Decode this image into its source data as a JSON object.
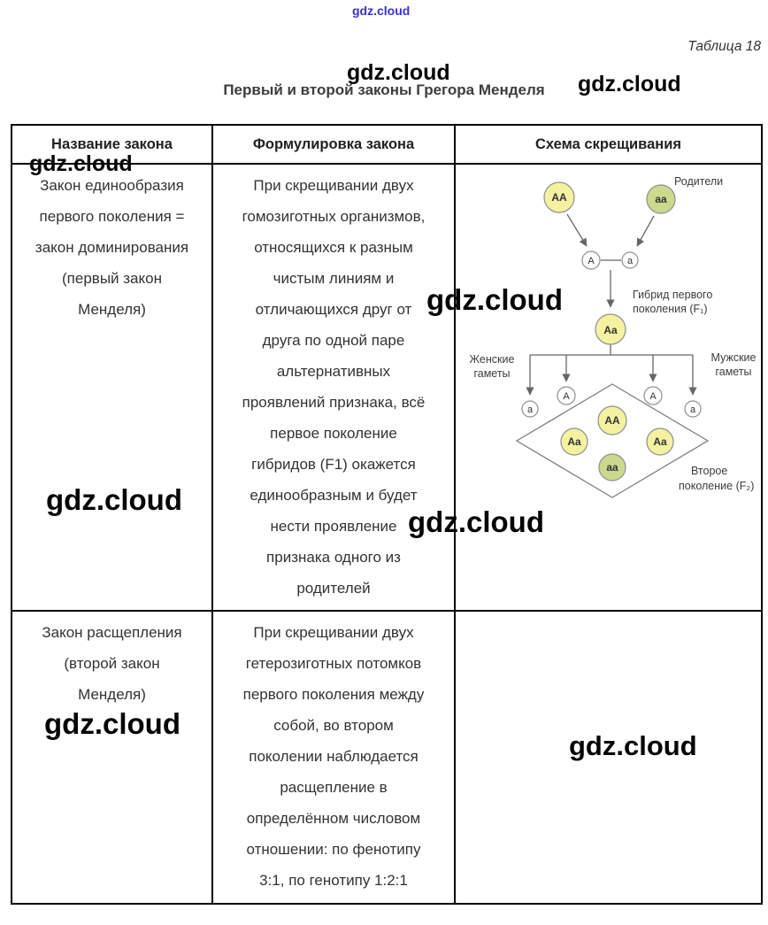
{
  "page": {
    "table_caption": "Таблица 18",
    "title": "Первый и второй законы Грегора Менделя"
  },
  "watermark": {
    "text": "gdz.cloud"
  },
  "table": {
    "headers": [
      "Название закона",
      "Формулировка закона",
      "Схема скрещивания"
    ],
    "rows": [
      {
        "law_name": "Закон единообразия\nпервого поколения =\nзакон доминирования\n(первый закон\nМенделя)",
        "law_text": "При скрещивании двух\nгомозиготных организмов,\nотносящихся к разным\nчистым линиям и\nотличающихся друг от\nдруга по одной паре\nальтернативных\nпроявлений признака, всё\nпервое поколение\nгибридов (F1) окажется\nединообразным и будет\nнести проявление\nпризнака одного из\nродителей"
      },
      {
        "law_name": "Закон расщепления\n(второй закон\nМенделя)",
        "law_text": "При скрещивании двух\nгетерозиготных потомков\nпервого поколения между\nсобой, во втором\nпоколении наблюдается\nрасщепление в\nопределённом числовом\nотношении: по фенотипу\n3:1, по генотипу 1:2:1"
      }
    ]
  },
  "diagram": {
    "parents_label": "Родители",
    "parent1": "AA",
    "parent2": "aa",
    "gamete_upper_A": "A",
    "gamete_upper_a": "a",
    "hybrid_label_1": "Гибрид первого",
    "hybrid_label_2": "поколения (F₁)",
    "hybrid": "Aa",
    "female_label_1": "Женские",
    "female_label_2": "гаметы",
    "male_label_1": "Мужские",
    "male_label_2": "гаметы",
    "gametes_row": [
      "a",
      "A",
      "A",
      "a"
    ],
    "punnett_top": "AA",
    "punnett_left": "Aa",
    "punnett_right": "Aa",
    "punnett_bottom": "aa",
    "second_gen_1": "Второе",
    "second_gen_2": "поколение (F₂)"
  },
  "colors": {
    "dominant_fill": "#f4f1a1",
    "recessive_fill": "#c9da8e",
    "watermark_blue": "#3232d8"
  }
}
